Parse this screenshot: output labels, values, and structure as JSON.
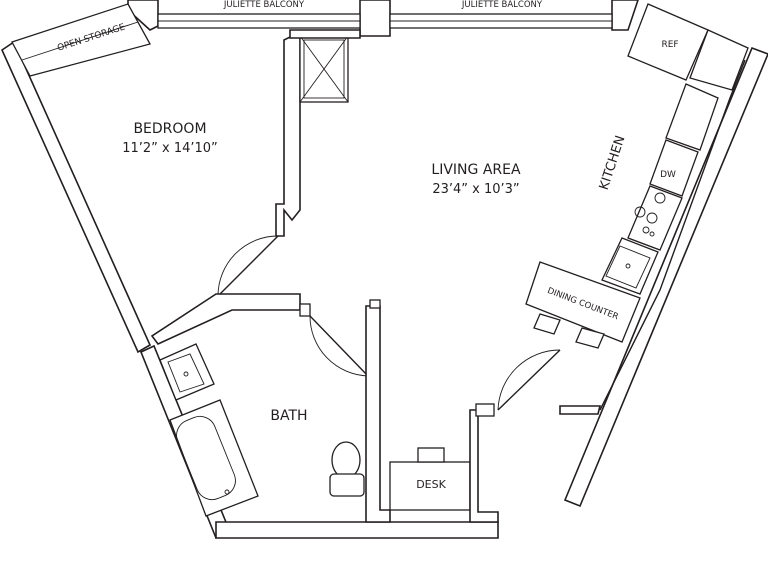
{
  "rooms": {
    "bedroom": {
      "name": "BEDROOM",
      "dims": "11’2” x 14’10”"
    },
    "living": {
      "name": "LIVING AREA",
      "dims": "23’4” x 10’3”"
    },
    "kitchen": {
      "name": "KITCHEN"
    },
    "bath": {
      "name": "BATH"
    }
  },
  "fixtures": {
    "open_storage": "OPEN STORAGE",
    "balcony_left": "JULIETTE BALCONY",
    "balcony_right": "JULIETTE BALCONY",
    "ref": "REF",
    "dw": "DW",
    "dining_counter": "DINING COUNTER",
    "desk": "DESK"
  },
  "colors": {
    "line": "#231f20",
    "background": "#ffffff"
  }
}
